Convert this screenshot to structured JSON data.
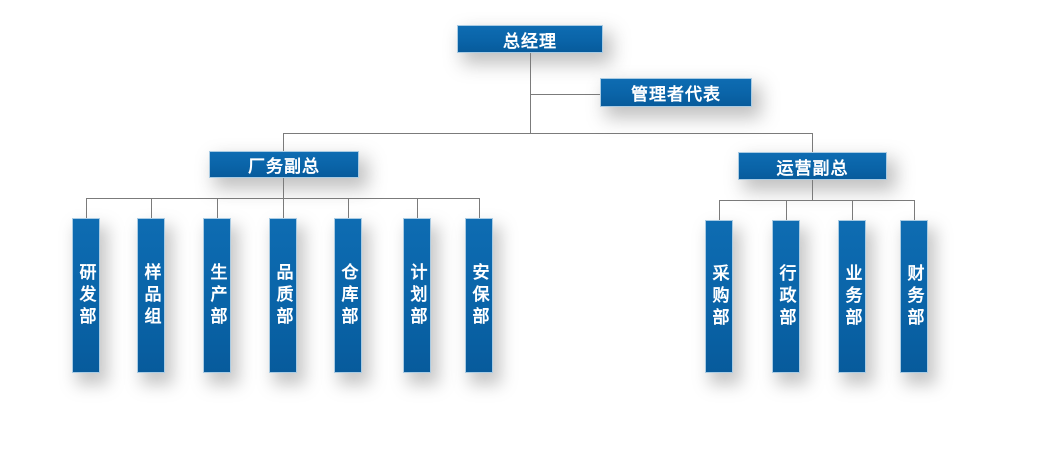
{
  "org_chart": {
    "type": "organization-chart",
    "root": {
      "label": "总经理"
    },
    "management_representative": {
      "label": "管理者代表"
    },
    "branches": [
      {
        "label": "厂务副总",
        "departments": [
          {
            "label": "研发部"
          },
          {
            "label": "样品组"
          },
          {
            "label": "生产部"
          },
          {
            "label": "品质部"
          },
          {
            "label": "仓库部"
          },
          {
            "label": "计划部"
          },
          {
            "label": "安保部"
          }
        ]
      },
      {
        "label": "运营副总",
        "departments": [
          {
            "label": "采购部"
          },
          {
            "label": "行政部"
          },
          {
            "label": "业务部"
          },
          {
            "label": "财务部"
          }
        ]
      }
    ],
    "colors": {
      "node_fill": "#0A64A8",
      "node_border": "#A9CBE3",
      "node_text": "#FFFFFF",
      "connector": "#7B7B7B",
      "background": "#FFFFFF"
    }
  }
}
